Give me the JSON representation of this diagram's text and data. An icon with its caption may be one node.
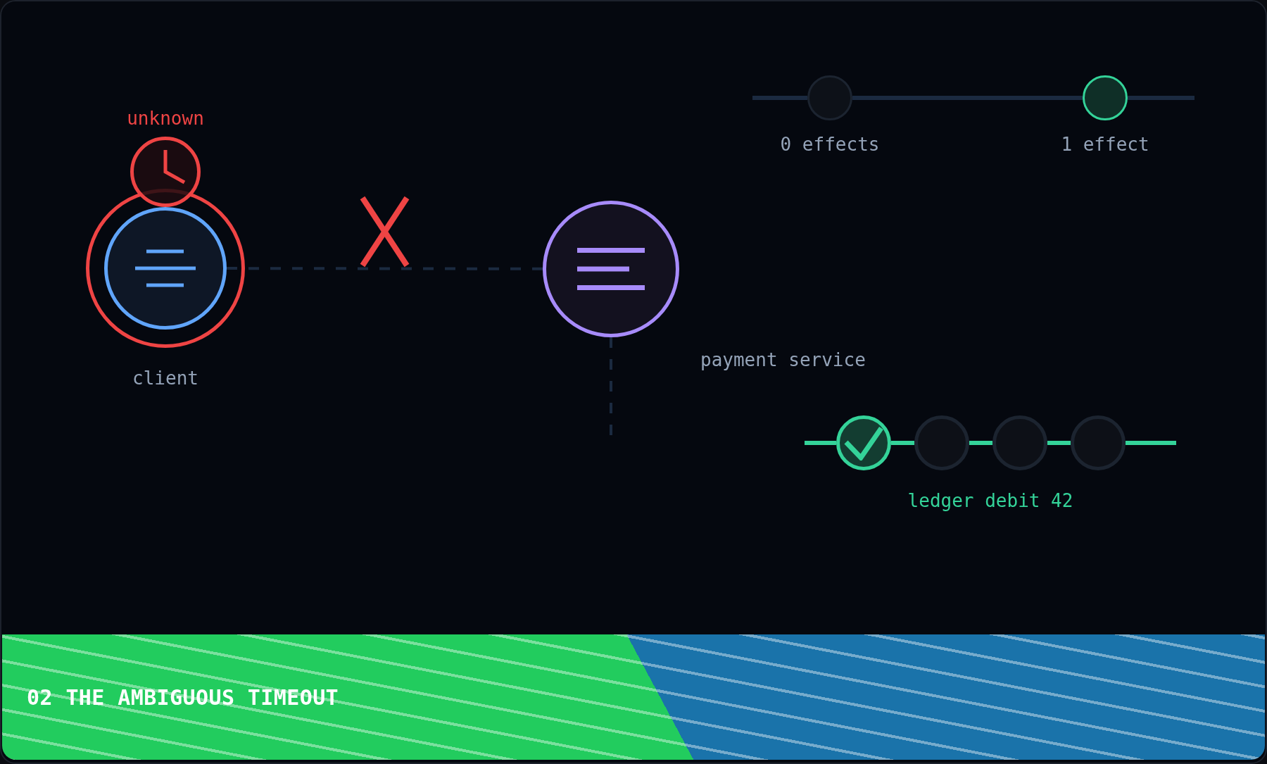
{
  "diagram": {
    "title": "02 THE AMBIGUOUS TIMEOUT",
    "nodes": [
      {
        "text": [],
        "shape": "circle",
        "beside": [
          "0 effects"
        ]
      },
      {
        "text": [],
        "shape": "circle",
        "beside": [
          "1 effect"
        ]
      },
      {
        "text": [],
        "shape": "circle",
        "beside": [
          "client"
        ]
      },
      {
        "text": [],
        "shape": "circle",
        "beside": [
          "payment service"
        ]
      },
      {
        "text": [],
        "shape": "circle"
      },
      {
        "text": [],
        "shape": "circle"
      },
      {
        "text": [],
        "shape": "circle"
      },
      {
        "text": [],
        "shape": "circle"
      }
    ],
    "edges": [
      {
        "from": null,
        "to": 0,
        "arrow": "none"
      },
      {
        "from": 0,
        "to": 1,
        "arrow": "none"
      },
      {
        "from": 1,
        "to": null,
        "arrow": "none"
      },
      {
        "from": 2,
        "to": 3,
        "arrow": "none",
        "style": "dashed"
      },
      {
        "from": 3,
        "to": null,
        "arrow": "none",
        "style": "dashed"
      },
      {
        "from": null,
        "to": 4,
        "arrow": "none",
        "color": "#34d399"
      },
      {
        "from": 4,
        "to": 5,
        "arrow": "none",
        "color": "#34d399"
      },
      {
        "from": 5,
        "to": 6,
        "arrow": "none",
        "color": "#34d399"
      },
      {
        "from": 6,
        "to": 7,
        "arrow": "none",
        "color": "#34d399"
      },
      {
        "from": 7,
        "to": null,
        "arrow": "none",
        "color": "#34d399"
      }
    ],
    "labels": [
      "unknown",
      "ledger debit 42"
    ]
  }
}
